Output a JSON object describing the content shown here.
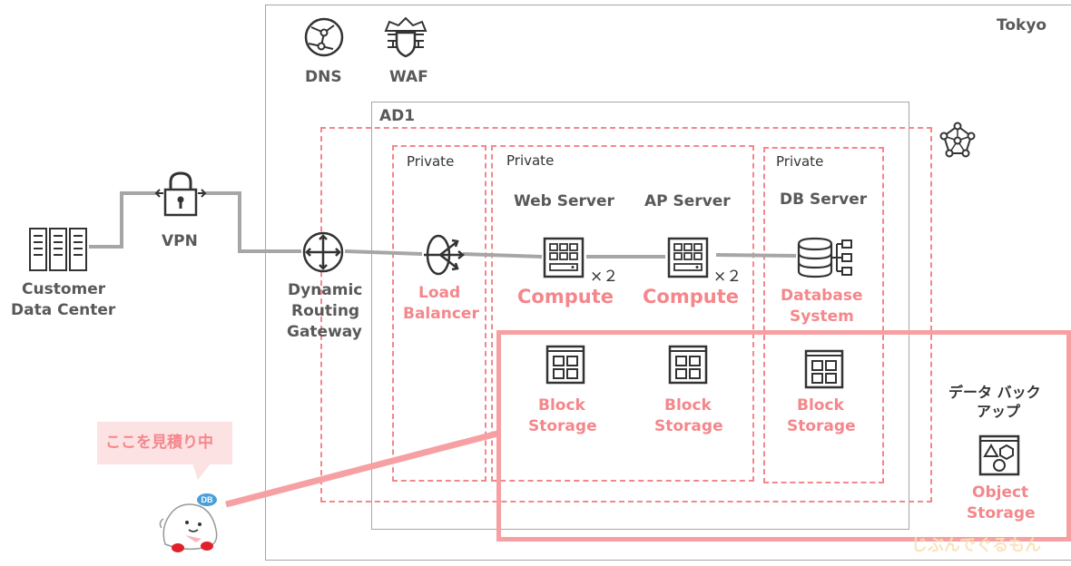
{
  "region": {
    "label": "Tokyo"
  },
  "ad": {
    "label": "AD1"
  },
  "services": {
    "dns": "DNS",
    "waf": "WAF"
  },
  "onprem": {
    "line1": "Customer",
    "line2": "Data Center"
  },
  "vpn": {
    "label": "VPN"
  },
  "drg": {
    "line1": "Dynamic",
    "line2": "Routing",
    "line3": "Gateway"
  },
  "subnets": {
    "lb": {
      "label": "Private"
    },
    "app": {
      "label": "Private"
    },
    "db": {
      "label": "Private"
    }
  },
  "lb": {
    "line1": "Load",
    "line2": "Balancer"
  },
  "web": {
    "title": "Web Server",
    "compute": "Compute",
    "count": "×２"
  },
  "ap": {
    "title": "AP Server",
    "compute": "Compute",
    "count": "×２"
  },
  "db": {
    "title": "DB Server",
    "line1": "Database",
    "line2": "System"
  },
  "block_storage": [
    {
      "line1": "Block",
      "line2": "Storage"
    },
    {
      "line1": "Block",
      "line2": "Storage"
    },
    {
      "line1": "Block",
      "line2": "Storage"
    }
  ],
  "backup": {
    "line1": "データ バック",
    "line2": "アップ"
  },
  "object_storage": {
    "line1": "Object",
    "line2": "Storage"
  },
  "callout": {
    "text": "ここを見積り中"
  },
  "mascot": {
    "badge": "DB"
  },
  "watermark": {
    "text": "じぶんでぐるもん"
  },
  "colors": {
    "accent": "#f4878b",
    "highlight": "#f7a0a3",
    "gray": "#595959",
    "line": "#a6a6a6"
  }
}
